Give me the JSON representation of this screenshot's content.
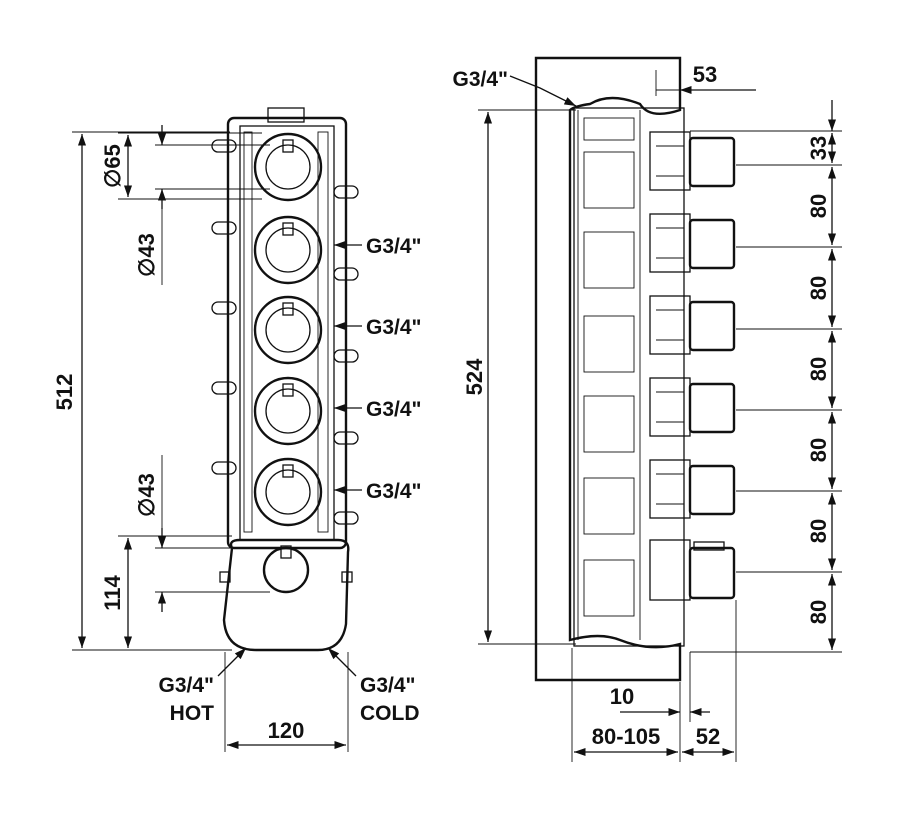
{
  "colors": {
    "ink": "#111111",
    "paper": "#ffffff"
  },
  "front_view": {
    "height_total": "512",
    "height_lower": "114",
    "width": "120",
    "diameter_top": "∅65",
    "diameter_mid": "∅43",
    "diameter_low": "∅43",
    "outlets": [
      "G3/4\"",
      "G3/4\"",
      "G3/4\"",
      "G3/4\""
    ],
    "inlet_hot": {
      "thread": "G3/4\"",
      "label": "HOT"
    },
    "inlet_cold": {
      "thread": "G3/4\"",
      "label": "COLD"
    }
  },
  "side_view": {
    "thread_top": "G3/4\"",
    "height_total": "524",
    "dim_top_offset": "53",
    "dim_first": "33",
    "spacing": [
      "80",
      "80",
      "80",
      "80",
      "80",
      "80"
    ],
    "dim_wall": "10",
    "dim_depth": "80-105",
    "dim_projection": "52"
  }
}
